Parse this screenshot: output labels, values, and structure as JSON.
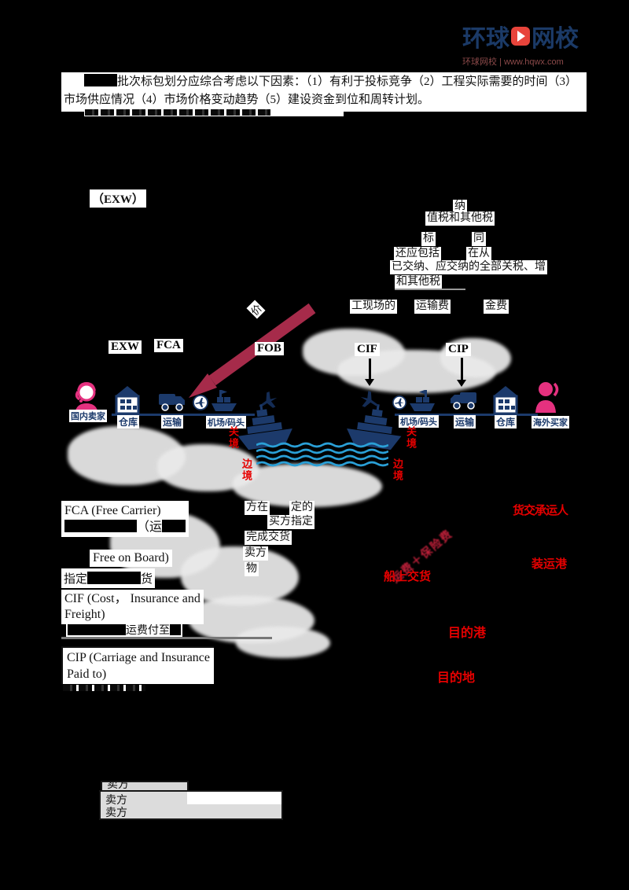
{
  "logo": {
    "part1": "环球",
    "part2": "网校",
    "tagline": "环球网校 | www.hqwx.com"
  },
  "paragraph": {
    "line1": "批次标包划分应综合考虑以下因素：（1）有利于投标竞争（2）工程实际需要的时间（3）",
    "line2": "市场供应情况（4）市场价格变动趋势（5）建设资金到位和周转计划。"
  },
  "exw_note": "（EXW）",
  "tax_fragments": {
    "f1": "纳",
    "f2": "值税和其他税",
    "f3": "标",
    "f4": "同",
    "f5": "还应包括",
    "f6": "在从",
    "f7": "已交纳、应交纳的全部关税、增",
    "f8": "和其他税",
    "f9": "工现场的",
    "f10": "运输费",
    "f11": "金费"
  },
  "diagram": {
    "terms": [
      "EXW",
      "FCA",
      "FOB",
      "CIF",
      "CIP"
    ],
    "seller": "国内卖家",
    "buyer": "海外买家",
    "stations_left": [
      "仓库",
      "运输",
      "机场/码头"
    ],
    "stations_right": [
      "机场/码头",
      "运输",
      "仓库"
    ],
    "customs": "关境",
    "frontier": "边境",
    "arrow_note": "价"
  },
  "terms_table": {
    "fca_title": "FCA (Free Carrier)",
    "fca_fragment": "（运",
    "mid_fragments": [
      "方在",
      "定的",
      "买方指定",
      "完成交货",
      "卖方",
      "物"
    ],
    "fob_title": "Free on Board)",
    "fob_pre": "指定",
    "fob_post": "货",
    "cif_title1": "CIF (Cost， Insurance and",
    "cif_title2": "Freight)",
    "cif_fragment": "运费付至",
    "cip_title1": "CIP (Carriage and Insurance",
    "cip_title2": "Paid to)"
  },
  "red_notes": {
    "fca": "货交承运人",
    "fob_left": "船上交货",
    "fob_right": "装运港",
    "cif": "目的港",
    "cip": "目的地",
    "diagonal": "运费＋保险费"
  },
  "bottom_table": {
    "row0": "卖方",
    "row1": "卖方",
    "row2": "卖方"
  },
  "colors": {
    "navy": "#1c3a6b",
    "pink": "#e5317f",
    "red": "#e60000",
    "crimson": "#a62b4a",
    "water": "#2a9fd6"
  }
}
